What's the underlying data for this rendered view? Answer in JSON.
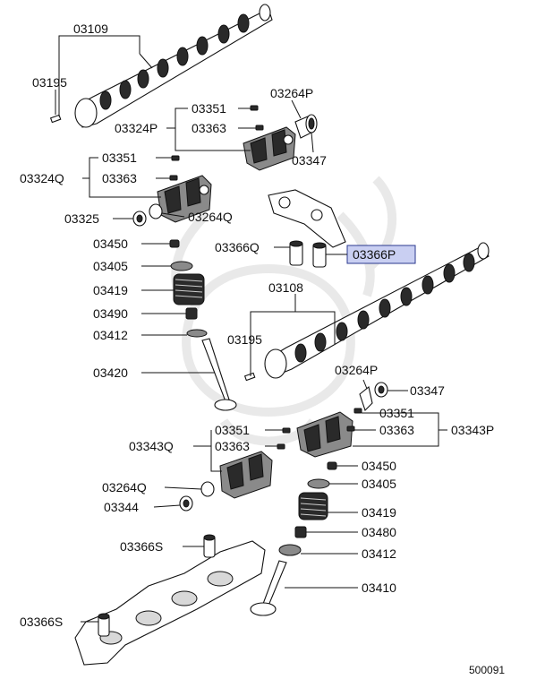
{
  "labels": {
    "cam_top": "03109",
    "pin_top": "03195",
    "plug_a1": "03351",
    "plug_b1": "03363",
    "rocker_set_a": "03324P",
    "oring_a": "03264P",
    "seal_a": "03347",
    "plug_a2": "03351",
    "plug_b2": "03363",
    "rocker_set_b": "03324Q",
    "seal_b": "03325",
    "oring_b": "03264Q",
    "cotter_in": "03450",
    "retainer_in": "03405",
    "spring_in": "03419",
    "stemseal_in": "03490",
    "seat_in": "03412",
    "valve_in": "03420",
    "lash_q": "03366Q",
    "lash_p": "03366P",
    "cam_bot": "03108",
    "pin_bot": "03195",
    "oring_c": "03264P",
    "seal_c": "03347",
    "plug_a3": "03351",
    "plug_b3": "03363",
    "rocker_set_c": "03343P",
    "rocker_set_d": "03343Q",
    "plug_a4": "03351",
    "plug_b4": "03363",
    "cotter_ex": "03450",
    "oring_d": "03264Q",
    "retainer_ex": "03405",
    "seal_d": "03344",
    "spring_ex": "03419",
    "lash_s1": "03366S",
    "stemseal_ex": "03480",
    "seat_ex": "03412",
    "valve_ex": "03410",
    "lash_s2": "03366S",
    "diagram_no": "500091"
  },
  "icons": {
    "camshaft": "camshaft-icon",
    "rocker": "rocker-arm-assembly-icon",
    "spring": "valve-spring-icon",
    "valve": "valve-icon",
    "lash": "lash-adjuster-icon",
    "bracket": "camshaft-bracket-icon"
  },
  "highlight_color": "#c9cff2"
}
